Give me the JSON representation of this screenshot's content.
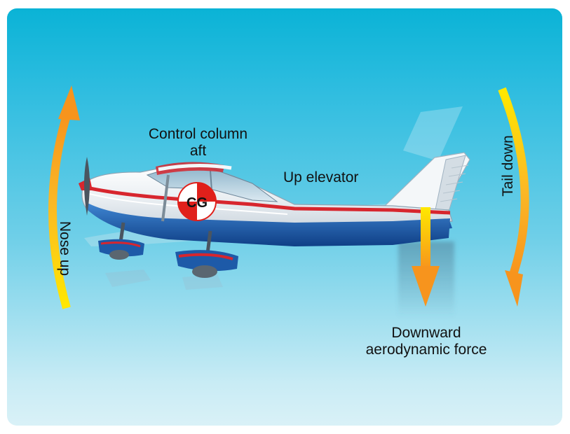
{
  "labels": {
    "control_column_line1": "Control column",
    "control_column_line2": "aft",
    "up_elevator": "Up elevator",
    "downward_force_line1": "Downward",
    "downward_force_line2": "aerodynamic force",
    "nose_up": "Nose up",
    "tail_down": "Tail down",
    "cg": "CG"
  },
  "colors": {
    "sky_top": "#0ab3d6",
    "sky_bottom": "#d9f1f7",
    "arrow_orange": "#f7941d",
    "arrow_yellow": "#ffe800",
    "fuselage_blue": "#1d5aa8",
    "stripe_red": "#d7262e",
    "cg_red": "#e0201b"
  },
  "icons": [
    "airplane-illustration",
    "cg-symbol",
    "nose-up-arrow",
    "tail-down-arrow",
    "downward-force-arrow"
  ]
}
